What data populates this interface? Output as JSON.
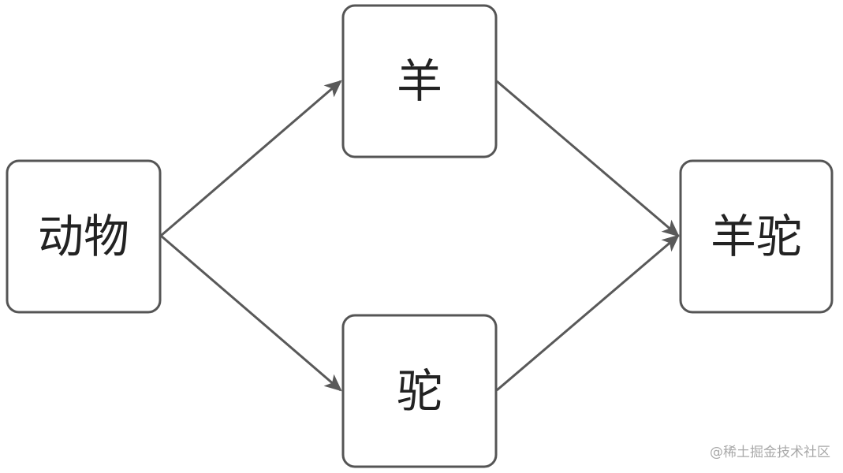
{
  "nodes": {
    "animal": "动物",
    "sheep": "羊",
    "camel": "驼",
    "alpaca": "羊驼"
  },
  "edges": [
    {
      "from": "animal",
      "to": "sheep"
    },
    {
      "from": "animal",
      "to": "camel"
    },
    {
      "from": "sheep",
      "to": "alpaca"
    },
    {
      "from": "camel",
      "to": "alpaca"
    }
  ],
  "colors": {
    "stroke": "#555555",
    "text": "#222222",
    "watermark": "#a9a9a9"
  },
  "watermark": "@稀土掘金技术社区"
}
